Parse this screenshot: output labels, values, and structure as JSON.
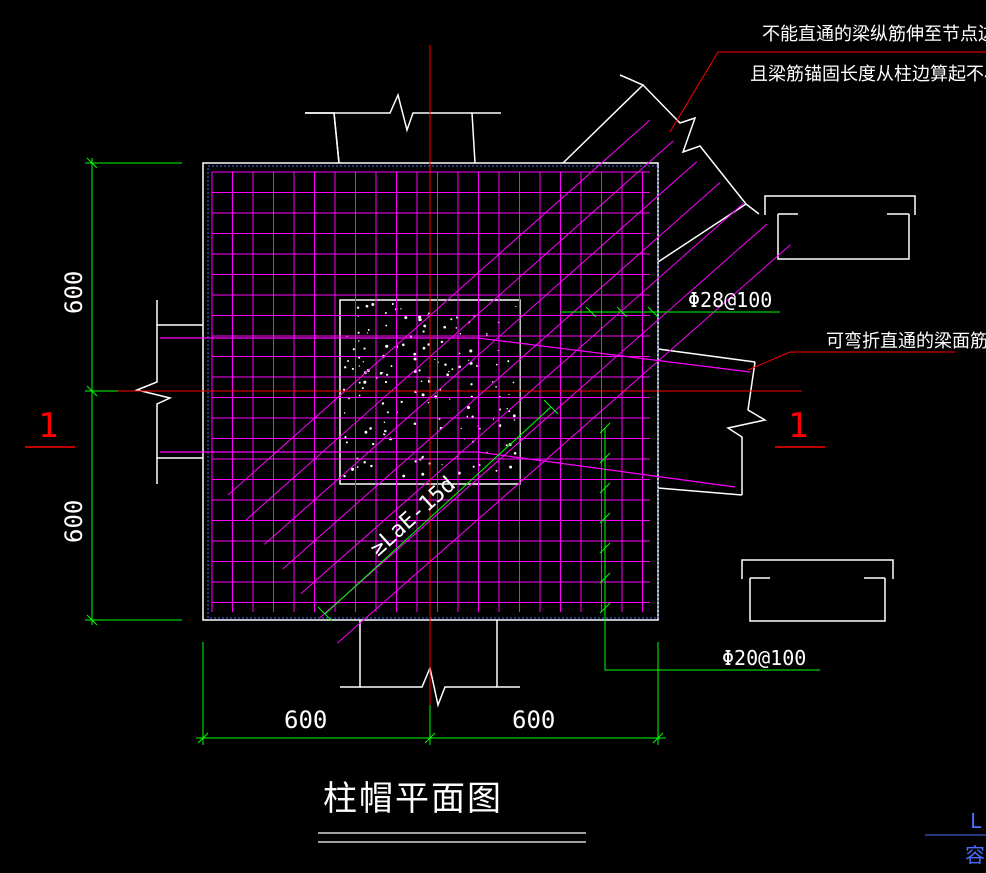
{
  "colors": {
    "background": "#000000",
    "outline": "#ffffff",
    "rebar": "#ff00ff",
    "dimension": "#00ff00",
    "centerline": "#ff0000",
    "leader": "#ff0000",
    "dashed_edge": "#4a6cff",
    "text": "#ffffff"
  },
  "notes": {
    "note_line1": "不能直通的梁纵筋伸至节点边向下弯",
    "note_line2": "且梁筋锚固长度从柱边算起不小于LaE",
    "bendable_note": "可弯折直通的梁面筋"
  },
  "rebar_labels": {
    "top_spec": "Φ28@100",
    "bottom_spec": "Φ20@100",
    "anchor_length": "≥LaE-15d"
  },
  "dimensions": {
    "left_upper": "600",
    "left_lower": "600",
    "bottom_left": "600",
    "bottom_right": "600"
  },
  "section_marks": {
    "left": "1",
    "right": "1"
  },
  "title": "柱帽平面图",
  "corner_fragment": {
    "top": "L",
    "bottom": "容"
  }
}
